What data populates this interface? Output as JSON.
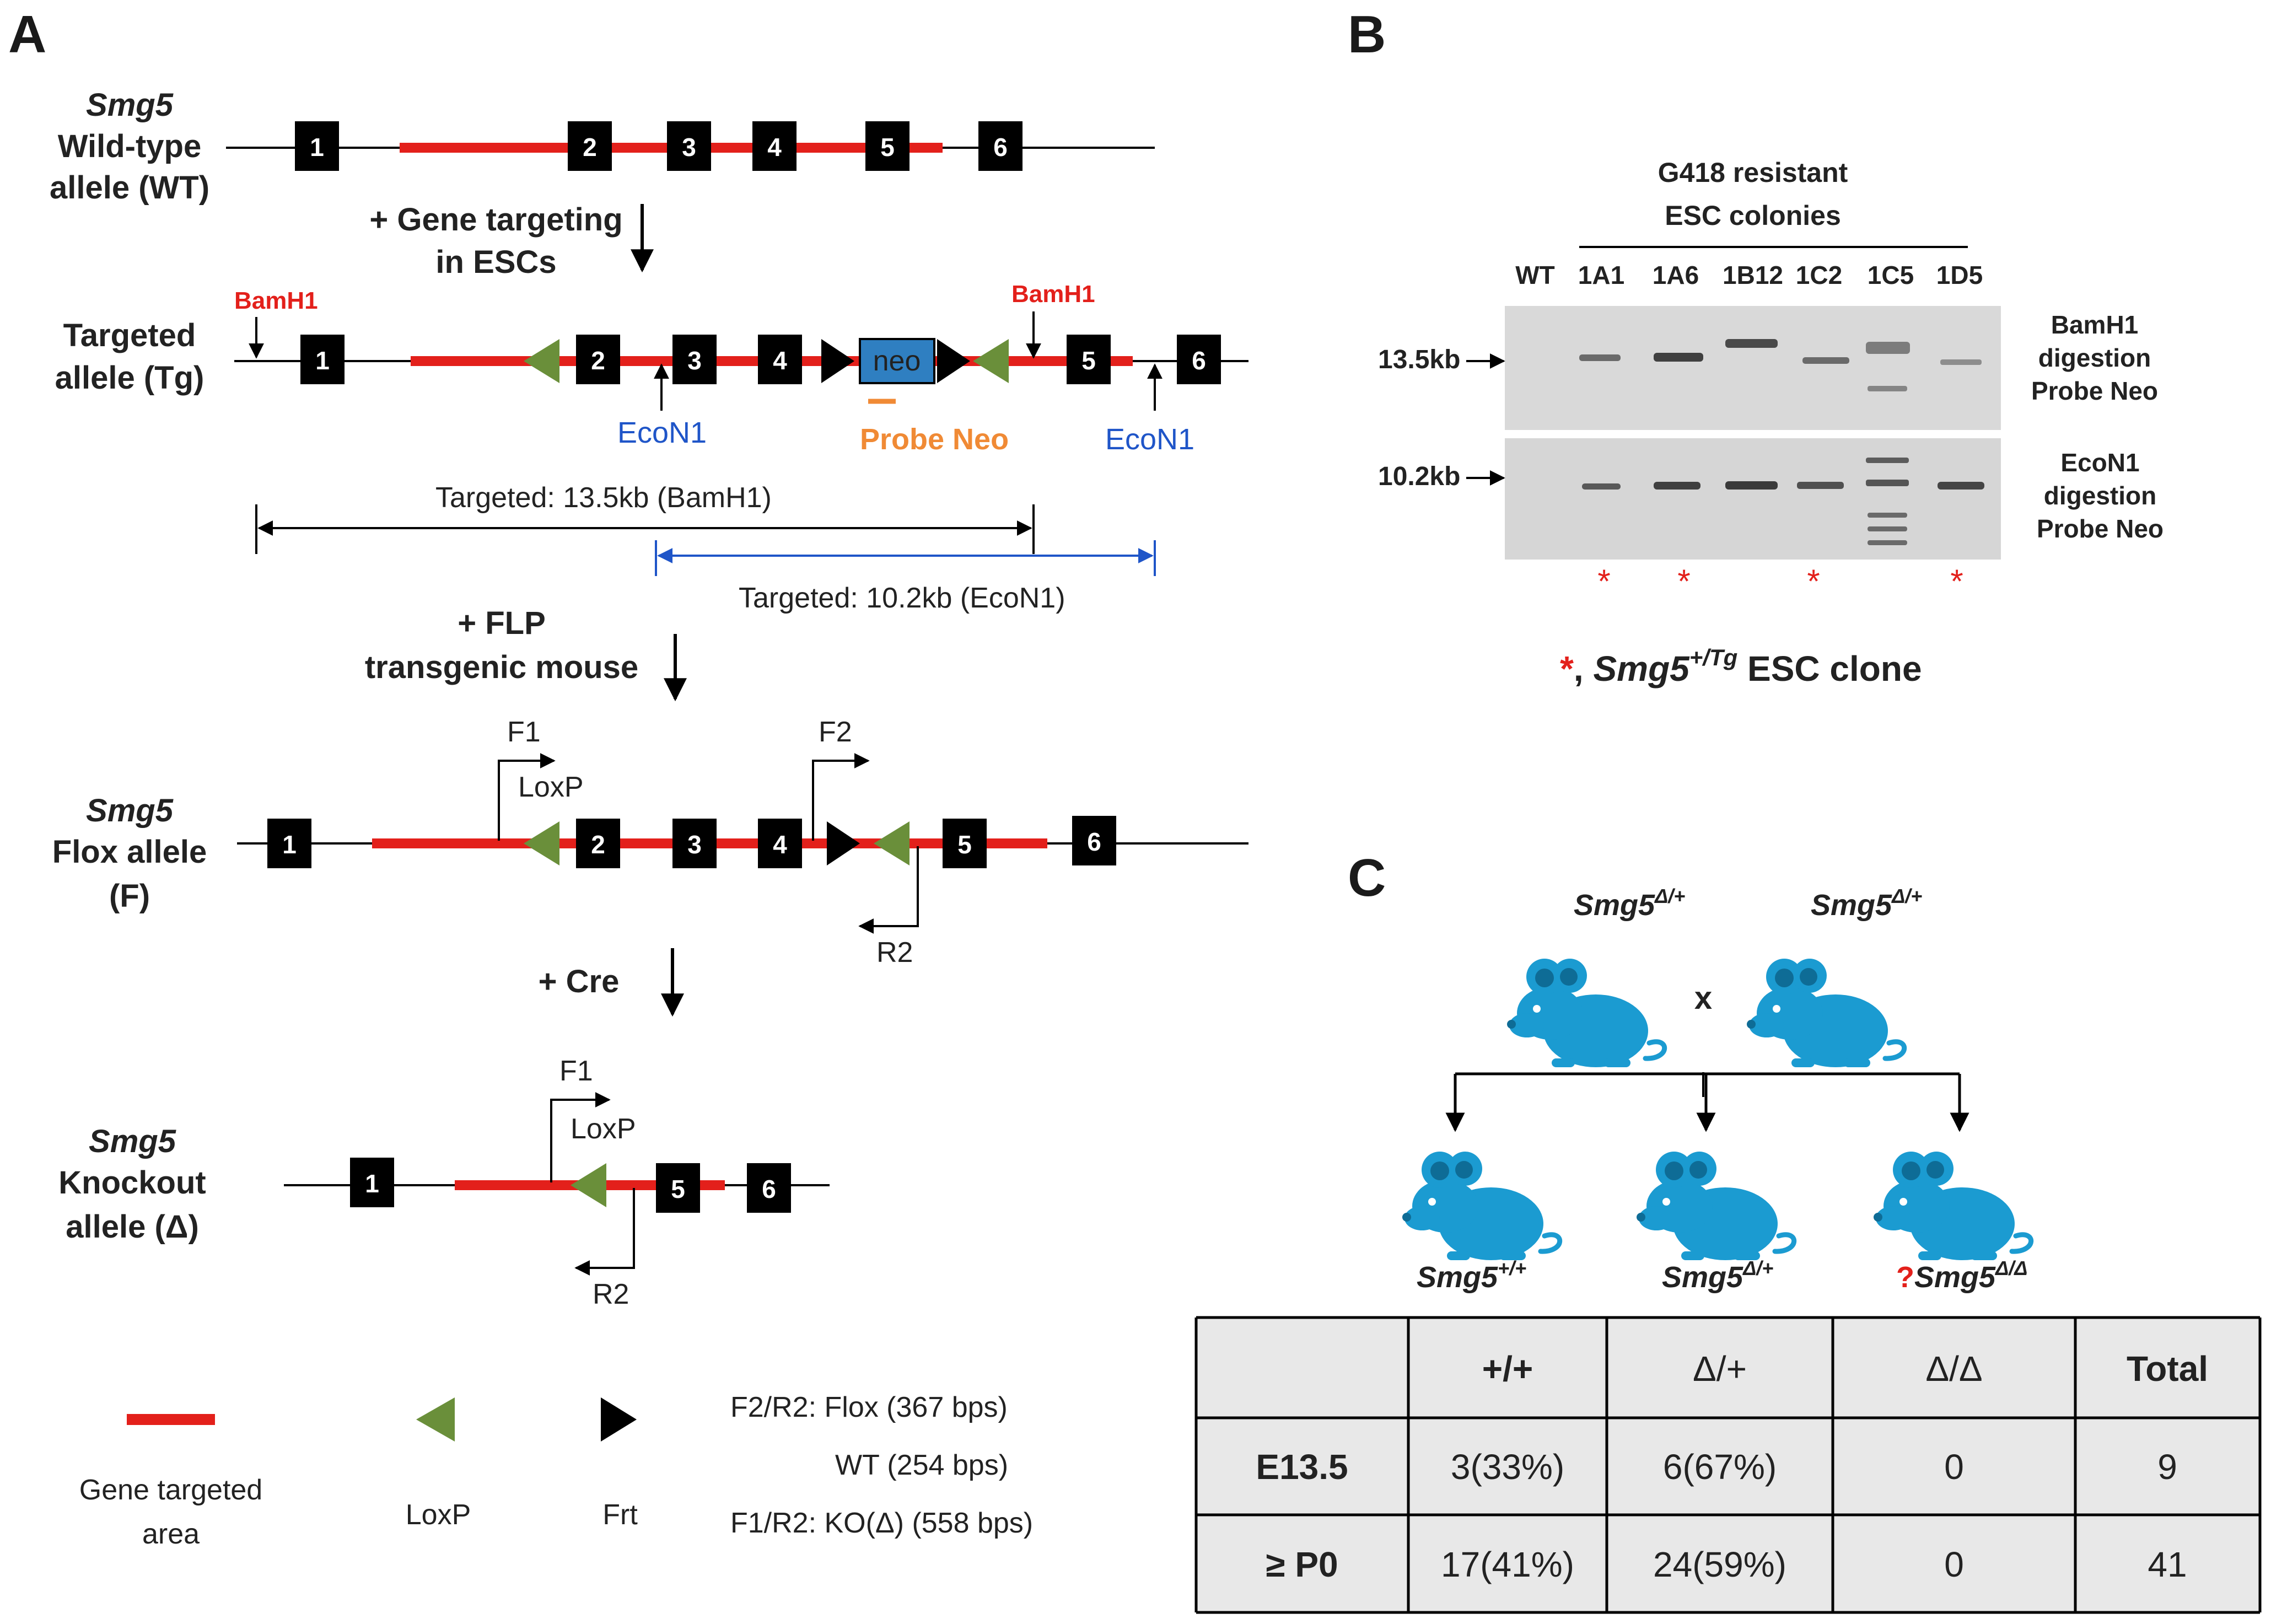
{
  "panels": {
    "a": "A",
    "b": "B",
    "c": "C"
  },
  "wt": {
    "gene": "Smg5",
    "label1": "Wild-type",
    "label2": "allele (WT)",
    "exons": [
      "1",
      "2",
      "3",
      "4",
      "5",
      "6"
    ]
  },
  "step1": {
    "line1": "+ Gene targeting",
    "line2": "in ESCs"
  },
  "tg": {
    "label1": "Targeted",
    "label2": "allele (Tg)",
    "exons": [
      "1",
      "2",
      "3",
      "4",
      "5",
      "6"
    ],
    "neo": "neo",
    "bamh1": "BamH1",
    "econ1": "EcoN1",
    "probe": "Probe Neo",
    "bamh1_span": "Targeted:  13.5kb (BamH1)",
    "econ1_span": "Targeted:  10.2kb (EcoN1)"
  },
  "step2": {
    "line1": "+ FLP",
    "line2": "transgenic mouse"
  },
  "flox": {
    "gene": "Smg5",
    "label1": "Flox allele",
    "label2": "(F)",
    "exons": [
      "1",
      "2",
      "3",
      "4",
      "5",
      "6"
    ],
    "f1": "F1",
    "f2": "F2",
    "r2": "R2",
    "loxp": "LoxP"
  },
  "step3": {
    "line1": "+ Cre"
  },
  "ko": {
    "gene": "Smg5",
    "label1": "Knockout",
    "label2": "allele (Δ)",
    "exons": [
      "1",
      "5",
      "6"
    ],
    "f1": "F1",
    "r2": "R2",
    "loxp": "LoxP"
  },
  "legend": {
    "area1": "Gene targeted",
    "area2": "area",
    "loxp": "LoxP",
    "frt": "Frt",
    "line1": "F2/R2: Flox (367 bps)",
    "line2": "WT  (254 bps)",
    "line3": "F1/R2: KO(Δ) (558  bps)"
  },
  "gel": {
    "title1": "G418 resistant",
    "title2": "ESC colonies",
    "lanes": [
      "WT",
      "1A1",
      "1A6",
      "1B12",
      "1C2",
      "1C5",
      "1D5"
    ],
    "marker_top": "13.5kb",
    "marker_bottom": "10.2kb",
    "right_top": [
      "BamH1",
      "digestion",
      "Probe Neo"
    ],
    "right_bottom": [
      "EcoN1",
      "digestion",
      "Probe Neo"
    ],
    "stars": [
      "*",
      "*",
      "*",
      "*"
    ],
    "note_star": "*",
    "note_gene": "Smg5",
    "note_sup": "+/Tg",
    "note_rest": " ESC clone"
  },
  "cross": {
    "parent1": {
      "gene": "Smg5",
      "sup": "Δ/+"
    },
    "parent2": {
      "gene": "Smg5",
      "sup": "Δ/+"
    },
    "x": "x",
    "child1": {
      "gene": "Smg5",
      "sup": "+/+"
    },
    "child2": {
      "gene": "Smg5",
      "sup": "Δ/+"
    },
    "child3": {
      "q": "?",
      "gene": "Smg5",
      "sup": "Δ/Δ"
    }
  },
  "colors": {
    "red": "#e3201b",
    "mouse": "#1b9bd1",
    "loxp": "#6a8f3a",
    "neo": "#2f7fc1",
    "blue": "#1f55c8",
    "orange": "#f08a35",
    "table_bg": "#e8e8e8"
  },
  "table": {
    "headers": [
      "",
      "+/+",
      "Δ/+",
      "Δ/Δ",
      "Total"
    ],
    "rows": [
      [
        "E13.5",
        "3(33%)",
        "6(67%)",
        "0",
        "9"
      ],
      [
        "≥ P0",
        "17(41%)",
        "24(59%)",
        "0",
        "41"
      ]
    ]
  }
}
